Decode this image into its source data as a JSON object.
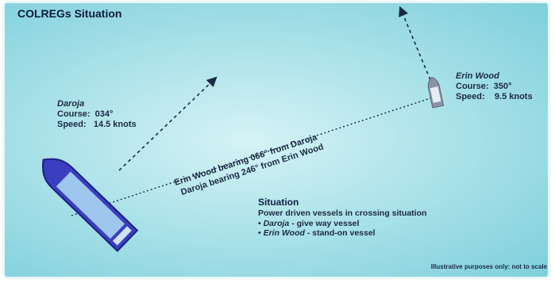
{
  "title": "COLREGs Situation",
  "daroja": {
    "name": "Daroja",
    "course": "Course:  034°",
    "speed": "Speed:   14.5 knots"
  },
  "erin_wood": {
    "name": "Erin Wood",
    "course": "Course:  350°",
    "speed": "Speed:    9.5 knots"
  },
  "bearing": {
    "line1": "Erin Wood bearing 066° from Daroja",
    "line2": "Daroja bearing 246° from Erin Wood"
  },
  "situation": {
    "heading": "Situation",
    "description": "Power driven vessels in crossing situation",
    "items": [
      {
        "bullet": "• ",
        "vessel": "Daroja",
        "role": " - give way vessel"
      },
      {
        "bullet": "• ",
        "vessel": "Erin Wood",
        "role": " - stand-on vessel"
      }
    ]
  },
  "footnote": "Illustrative purposes only: not to scale",
  "colors": {
    "daroja_hull": "#3a3fc0",
    "daroja_deck": "#9fc6ee",
    "erin_hull": "#8a92a6",
    "erin_deck": "#e6ecf4",
    "text": "#1a2a44"
  }
}
